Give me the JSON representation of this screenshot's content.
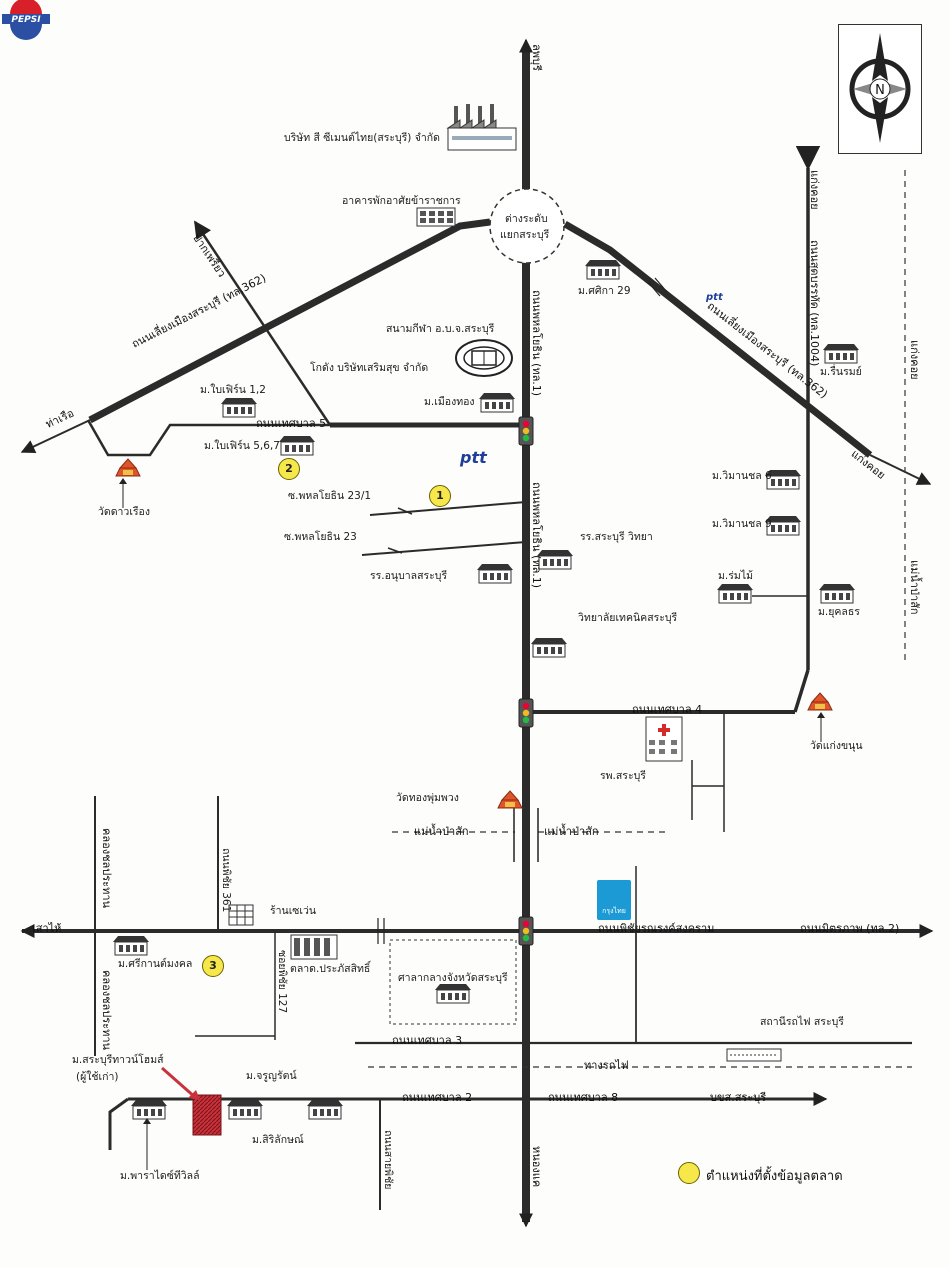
{
  "roads": {
    "north_label": "ลพบุรี",
    "main_upper": "ถนนพหลโยธิน (ทล.1)",
    "main_lower": "ถนนพหลโยธิน (ทล.1)",
    "south_label": "หนองแค",
    "bypass_west": "ถนนเลี่ยงเมืองสระบุรี (ทล.362)",
    "bypass_east": "ถนนเลี่ยงเมืองสระบุรี (ทล.362)",
    "to_pakchong": "ปากเพรียว",
    "to_bangbo": "แก่งคอย",
    "to_kaengkhoi": "แก่งคอย",
    "to_north_east": "แก่งคอย",
    "to_hinkong": "ท่าเรือ",
    "muang_east": "ถนนสุดบรรทัด (ทล.1004)",
    "thetsaban5": "ถนนเทศบาล 5",
    "thetsaban4": "ถนนเทศบาล 4",
    "thetsaban3": "ถนนเทศบาล 3",
    "thetsaban2": "ถนนเทศบาล 2",
    "thetsaban8": "ถนนเทศบาล 8",
    "sao_hai": "เสาไห้",
    "mittraphap": "ถนนมิตรภาพ (ทล.2)",
    "phichairanarong": "ถนนพิชัยรณรงค์สงคราม",
    "to_bkc": "บขส.สระบุรี",
    "railway": "ทางรถไฟ",
    "river_west": "แม่น้ำป่าสัก",
    "river_east": "แม่น้ำป่าสัก",
    "khlong": "คลองชลประทาน",
    "soi_phahon23_1": "ซ.พหลโยธิน 23/1",
    "soi_phahon23": "ซ.พหลโยธิน 23",
    "soi_361": "ถนนพิชัย 361",
    "soi_127": "ซอยพิชัย 127",
    "soi_yai": "ถนนสายพิชัย",
    "east_river": "แม่น้ำป่าสัก"
  },
  "places": {
    "power_plant": "บริษัท สี ซีเมนต์ไทย(สระบุรี) จำกัด",
    "apartment": "อาคารพักอาศัยข้าราชการ",
    "interchange": "ต่างระดับ",
    "interchange2": "แยกสระบุรี",
    "stadium": "สนามกีฬา อ.บ.จ.สระบุรี",
    "pepsi_warehouse": "โกดัง บริษัทเสริมสุข จำกัด",
    "m_sirika29": "ม.ศศิกา 29",
    "m_wiset": "ม.รื่นรมย์",
    "m_bai_fern12": "ม.ใบเฟิร์น 1,2",
    "m_bai_fern567": "ม.ใบเฟิร์น 5,6,7",
    "m_muangthong": "ม.เมืองทอง",
    "wat_daorueang": "วัดดาวเรือง",
    "school_saraburi": "รร.สระบุรี วิทยา",
    "school_anuban": "รร.อนุบาลสระบุรี",
    "college": "วิทยาลัยเทคนิคสระบุรี",
    "m_wimanchai6": "ม.วิมานชล 6",
    "m_wimanchai9": "ม.วิมานชล 9",
    "m_ruamchok": "ม.ร่มไม้",
    "m_yookhon": "ม.ยุคลธร",
    "wat_kaeng": "วัดแก่งขนุน",
    "hospital": "รพ.สระบุรี",
    "wat_thong": "วัดทองพุ่มพวง",
    "shop_7": "ร้านเซเว่น",
    "m_sirikan": "ม.ศรีกานต์มงคล",
    "market": "ตลาด.ประภัสสิทธิ์",
    "city_hall": "ศาลากลางจังหวัดสระบุรี",
    "station": "สถานีรถไฟ สระบุรี",
    "m_saraburi_home": "ม.สระบุรีทาวน์โฮมส์",
    "m_saraburi_home2": "(ผู้ใช้เก่า)",
    "m_jarusart": "ม.จรูญรัตน์",
    "m_siri": "ม.สิริลักษณ์",
    "m_parichat": "ม.พาราไดซ์ทีวิลล์",
    "bank_label": "กรุงไทย",
    "ptt1": "ptt",
    "ptt2": "ptt",
    "pepsi": "PEPSI"
  },
  "markers": {
    "m1": "1",
    "m2": "2",
    "m3": "3"
  },
  "compass": {
    "letter": "N"
  },
  "legend": {
    "text": "ตำแหน่งที่ตั้งข้อมูลตลาด"
  },
  "colors": {
    "road": "#2b2b2b",
    "minor": "#333333",
    "marker": "#f6e84a",
    "temple": "#e0542a",
    "bank": "#1b9ad6",
    "subject": "#c8323c"
  }
}
